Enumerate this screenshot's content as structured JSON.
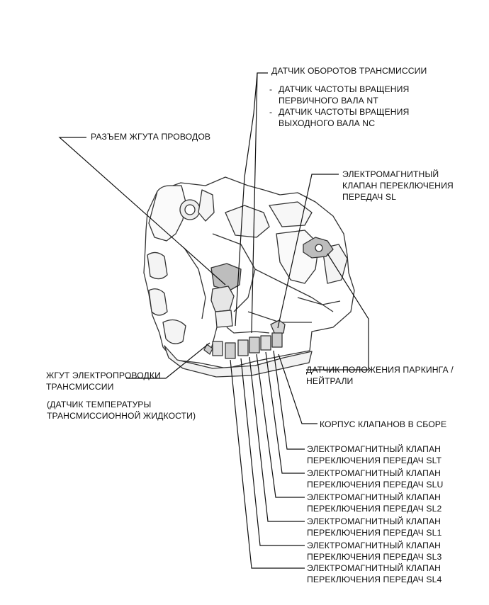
{
  "labels": {
    "speed_sensor": {
      "title": "ДАТЧИК ОБОРОТОВ ТРАНСМИССИИ",
      "nt_line1": "ДАТЧИК ЧАСТОТЫ ВРАЩЕНИЯ",
      "nt_line2": "ПЕРВИЧНОГО ВАЛА NT",
      "nc_line1": "ДАТЧИК ЧАСТОТЫ ВРАЩЕНИЯ",
      "nc_line2": "ВЫХОДНОГО ВАЛА NC",
      "bullet": "-"
    },
    "harness_connector": "РАЗЪЕМ ЖГУТА ПРОВОДОВ",
    "solenoid_sl": [
      "ЭЛЕКТРОМАГНИТНЫЙ",
      "КЛАПАН ПЕРЕКЛЮЧЕНИЯ",
      "ПЕРЕДАЧ SL"
    ],
    "park_neutral": [
      "ДАТЧИК ПОЛОЖЕНИЯ ПАРКИНГА /",
      "НЕЙТРАЛИ"
    ],
    "wire_harness": [
      "ЖГУТ ЭЛЕКТРОПРОВОДКИ",
      "ТРАНСМИССИИ"
    ],
    "temp_sensor": [
      "(ДАТЧИК ТЕМПЕРАТУРЫ",
      "ТРАНСМИССИОННОЙ ЖИДКОСТИ)"
    ],
    "valve_body": "КОРПУС КЛАПАНОВ В СБОРЕ",
    "solenoid_slt": [
      "ЭЛЕКТРОМАГНИТНЫЙ КЛАПАН",
      "ПЕРЕКЛЮЧЕНИЯ ПЕРЕДАЧ SLT"
    ],
    "solenoid_slu": [
      "ЭЛЕКТРОМАГНИТНЫЙ КЛАПАН",
      "ПЕРЕКЛЮЧЕНИЯ ПЕРЕДАЧ SLU"
    ],
    "solenoid_sl2": [
      "ЭЛЕКТРОМАГНИТНЫЙ КЛАПАН",
      "ПЕРЕКЛЮЧЕНИЯ ПЕРЕДАЧ SL2"
    ],
    "solenoid_sl1": [
      "ЭЛЕКТРОМАГНИТНЫЙ КЛАПАН",
      "ПЕРЕКЛЮЧЕНИЯ ПЕРЕДАЧ SL1"
    ],
    "solenoid_sl3": [
      "ЭЛЕКТРОМАГНИТНЫЙ КЛАПАН",
      "ПЕРЕКЛЮЧЕНИЯ ПЕРЕДАЧ SL3"
    ],
    "solenoid_sl4": [
      "ЭЛЕКТРОМАГНИТНЫЙ КЛАПАН",
      "ПЕРЕКЛЮЧЕНИЯ ПЕРЕДАЧ SL4"
    ]
  },
  "colors": {
    "ink": "#111111",
    "outline": "#333333",
    "shade": "#bdbdbd",
    "background": "#ffffff"
  }
}
